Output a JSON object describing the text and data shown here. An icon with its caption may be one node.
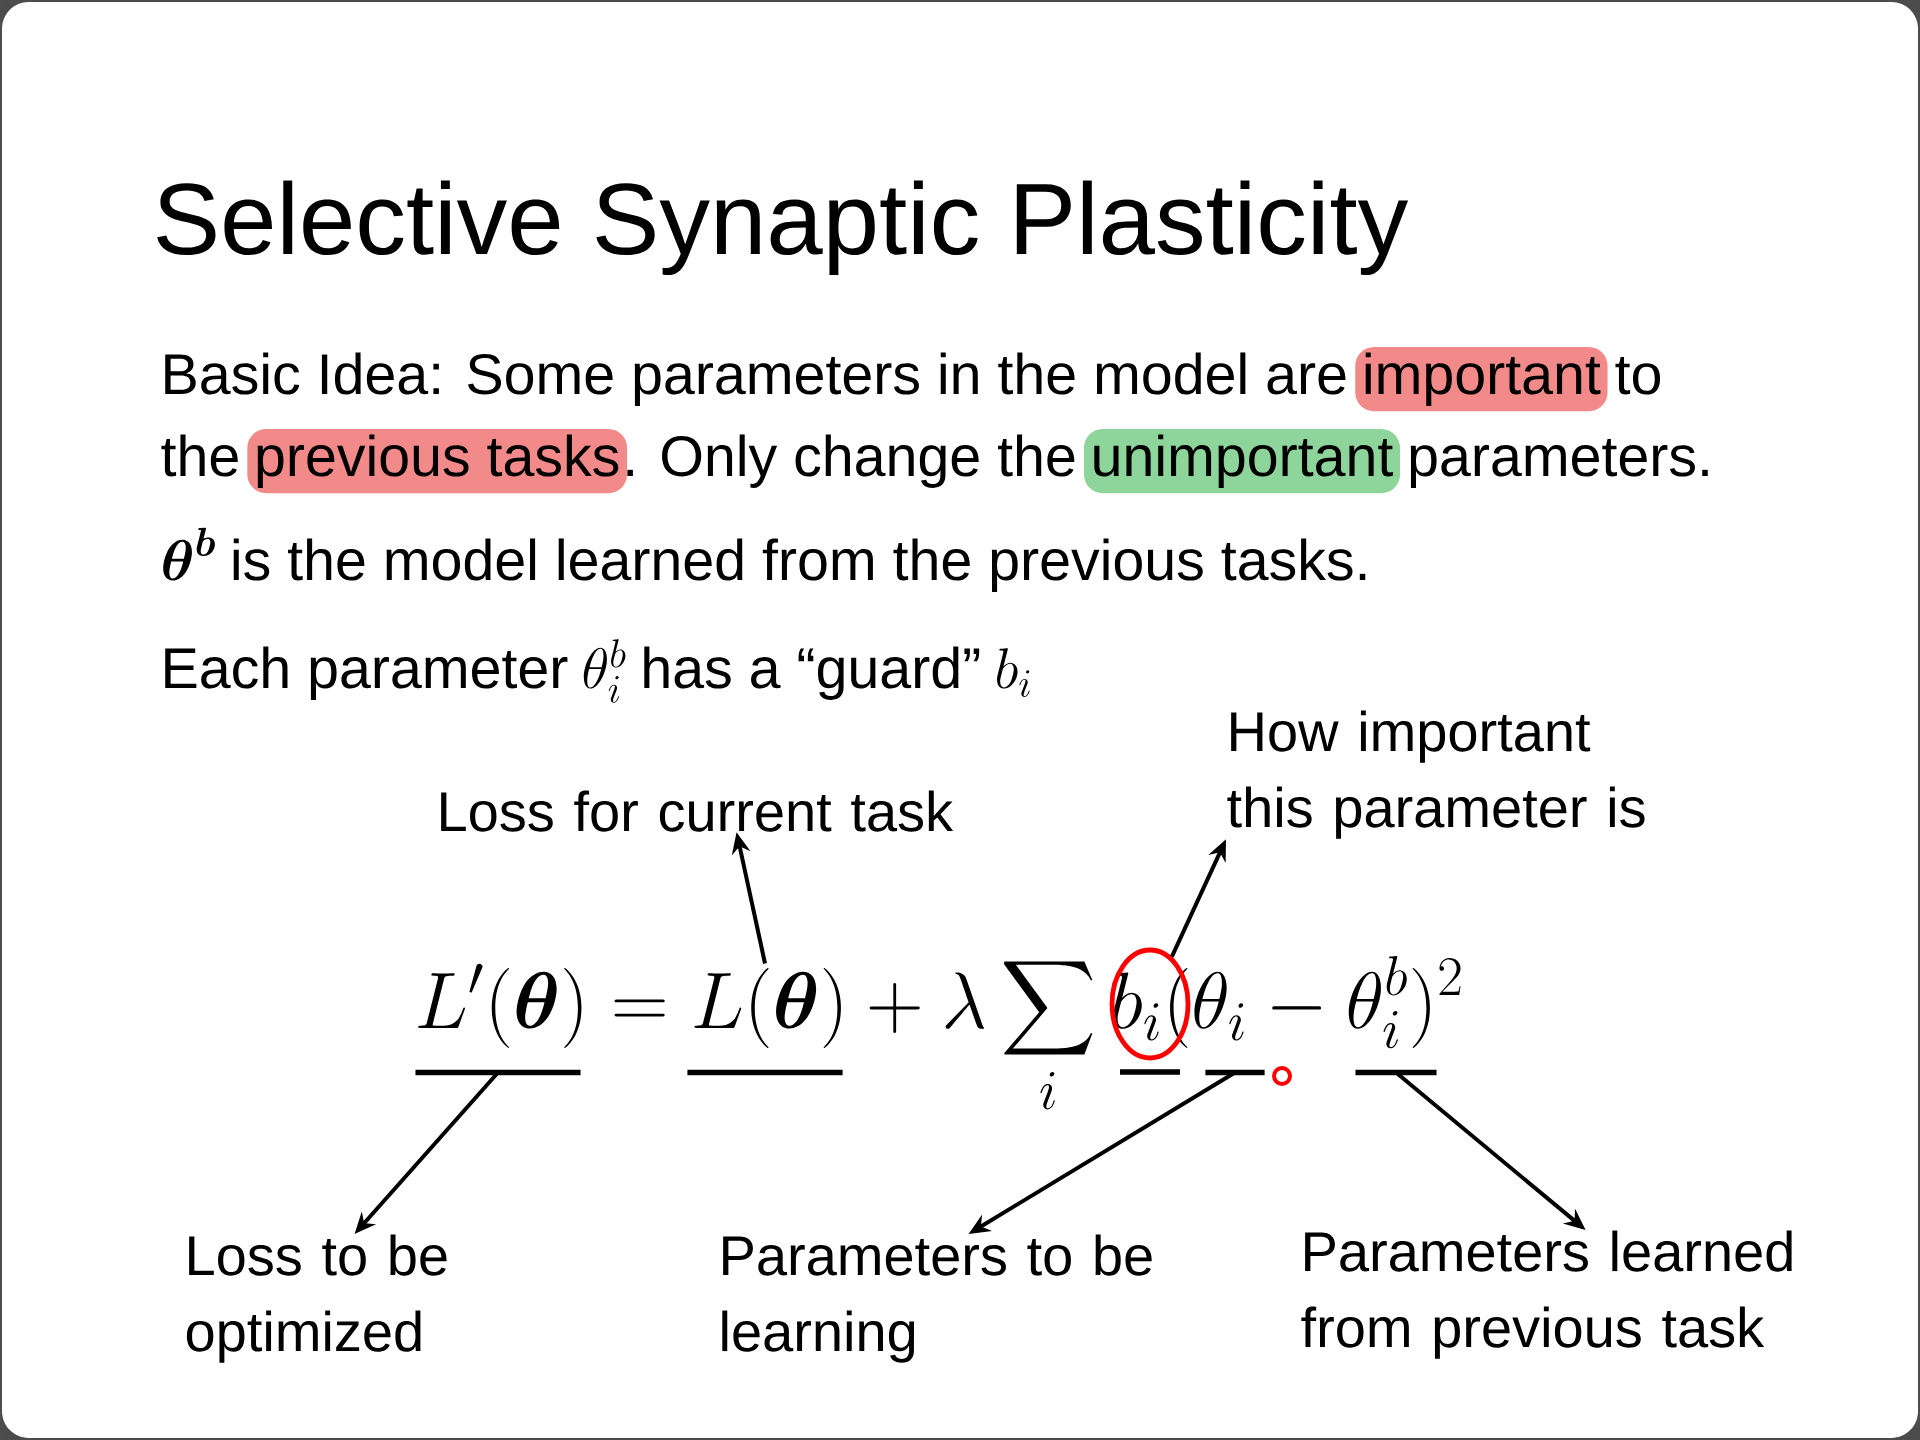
{
  "diagram": {
    "title": "Selective Synaptic Plasticity",
    "nodes": [
      {
        "text": [
          "important"
        ]
      },
      {
        "text": [
          "previous tasks"
        ]
      },
      {
        "text": [
          "unimportant"
        ]
      },
      {
        "text": [
          "How important this parameter is"
        ]
      },
      {
        "text": [
          "Loss for current task"
        ]
      },
      {
        "text": [],
        "shape": "bar"
      },
      {
        "text": [],
        "shape": "bar"
      },
      {
        "text": [],
        "shape": "circle"
      },
      {
        "text": [],
        "shape": "bar"
      },
      {
        "text": [],
        "shape": "bar"
      },
      {
        "text": [
          "Loss to be optimized"
        ]
      },
      {
        "text": [
          "Parameters to be learning"
        ]
      },
      {
        "text": [
          "Parameters learned from previous task"
        ]
      }
    ],
    "edges": [
      {
        "from": 6,
        "to": 4,
        "arrow": "to"
      },
      {
        "from": 7,
        "to": 3,
        "arrow": "to"
      },
      {
        "from": 5,
        "to": 10,
        "arrow": "to"
      },
      {
        "from": 8,
        "to": 11,
        "arrow": "to"
      },
      {
        "from": 9,
        "to": 12,
        "arrow": "to"
      }
    ],
    "labels": [
      "Basic Idea: Some parameters in the model are",
      "to",
      "the",
      ". Only change the",
      "parameters.",
      "\\boldsymbol{\\theta}^{\\boldsymbol{b}}",
      "is the model learned from the previous tasks.",
      "Each parameter",
      "\\theta_i^b",
      "has a “guard”",
      "b_i",
      "L'(\\boldsymbol{\\theta}) = L(\\boldsymbol{\\theta}) + \\lambda \\sum_{i} b_i (\\theta_i - \\theta_i^b)^2"
    ]
  }
}
